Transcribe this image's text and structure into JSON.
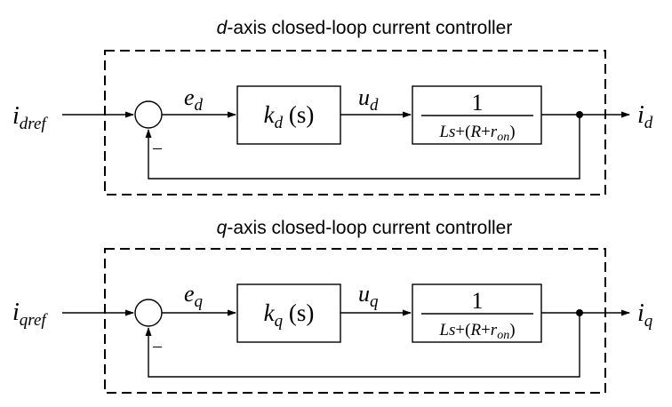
{
  "loops": [
    {
      "title_axis": "d",
      "title_rest": "-axis closed-loop current controller",
      "input": {
        "base": "i",
        "sub": "dref"
      },
      "error": {
        "base": "e",
        "sub": "d"
      },
      "controller": {
        "base": "k",
        "sub": "d",
        "arg": " (s)"
      },
      "control": {
        "base": "u",
        "sub": "d"
      },
      "plant": {
        "num": "1",
        "den_a": "Ls",
        "den_b": "+(",
        "den_c": "R",
        "den_d": "+",
        "den_e": "r",
        "den_sub": "on",
        "den_f": ")"
      },
      "output": {
        "base": "i",
        "sub": "d"
      },
      "feedback_sign": "–"
    },
    {
      "title_axis": "q",
      "title_rest": "-axis closed-loop current controller",
      "input": {
        "base": "i",
        "sub": "qref"
      },
      "error": {
        "base": "e",
        "sub": "q"
      },
      "controller": {
        "base": "k",
        "sub": "q",
        "arg": " (s)"
      },
      "control": {
        "base": "u",
        "sub": "q"
      },
      "plant": {
        "num": "1",
        "den_a": "Ls",
        "den_b": "+(",
        "den_c": "R",
        "den_d": "+",
        "den_e": "r",
        "den_sub": "on",
        "den_f": ")"
      },
      "output": {
        "base": "i",
        "sub": "q"
      },
      "feedback_sign": "–"
    }
  ]
}
